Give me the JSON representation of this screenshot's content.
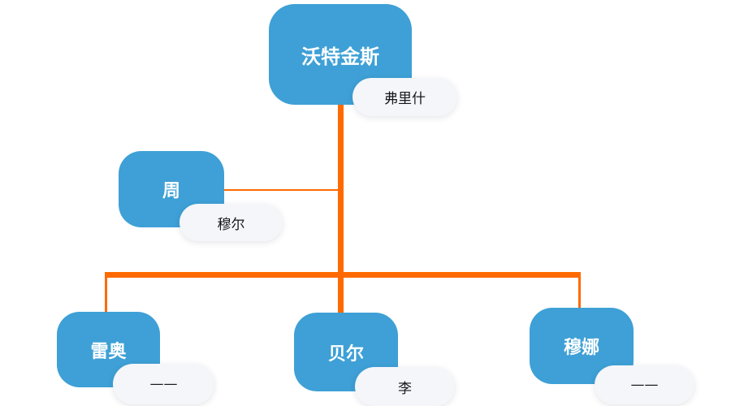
{
  "diagram": {
    "type": "org-chart",
    "colors": {
      "node_fill": "#3EA0D6",
      "node_text": "#FFFFFF",
      "connector": "#FF6A00",
      "badge_fill": "#F4F6F9",
      "badge_text": "#15181B",
      "background": "#FFFFFF"
    },
    "nodes": [
      {
        "id": "watkins",
        "label": "沃特金斯",
        "badge": "弗里什"
      },
      {
        "id": "zhou",
        "label": "周",
        "badge": "穆尔"
      },
      {
        "id": "leiao",
        "label": "雷奥",
        "badge": "——"
      },
      {
        "id": "beier",
        "label": "贝尔",
        "badge": "李"
      },
      {
        "id": "muna",
        "label": "穆娜",
        "badge": "——"
      }
    ],
    "edges": [
      {
        "from": "watkins",
        "to": "zhou"
      },
      {
        "from": "watkins",
        "to": "leiao"
      },
      {
        "from": "watkins",
        "to": "beier"
      },
      {
        "from": "watkins",
        "to": "muna"
      }
    ]
  }
}
